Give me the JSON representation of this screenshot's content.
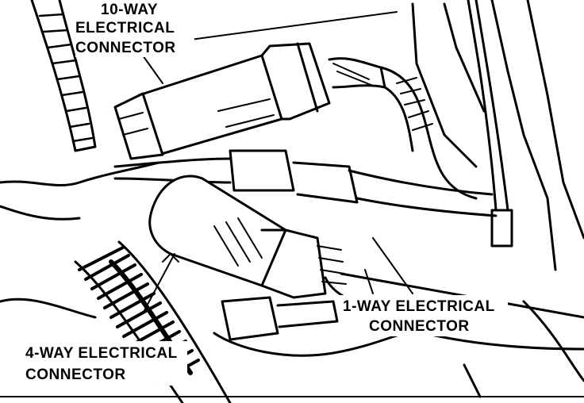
{
  "labels": {
    "ten_way": [
      "10-WAY",
      "ELECTRICAL",
      "CONNECTOR"
    ],
    "one_way": [
      "1-WAY ELECTRICAL",
      "CONNECTOR"
    ],
    "four_way": [
      "4-WAY ELECTRICAL",
      "CONNECTOR"
    ]
  },
  "colors": {
    "ink": "#000000",
    "paper": "#ffffff"
  }
}
